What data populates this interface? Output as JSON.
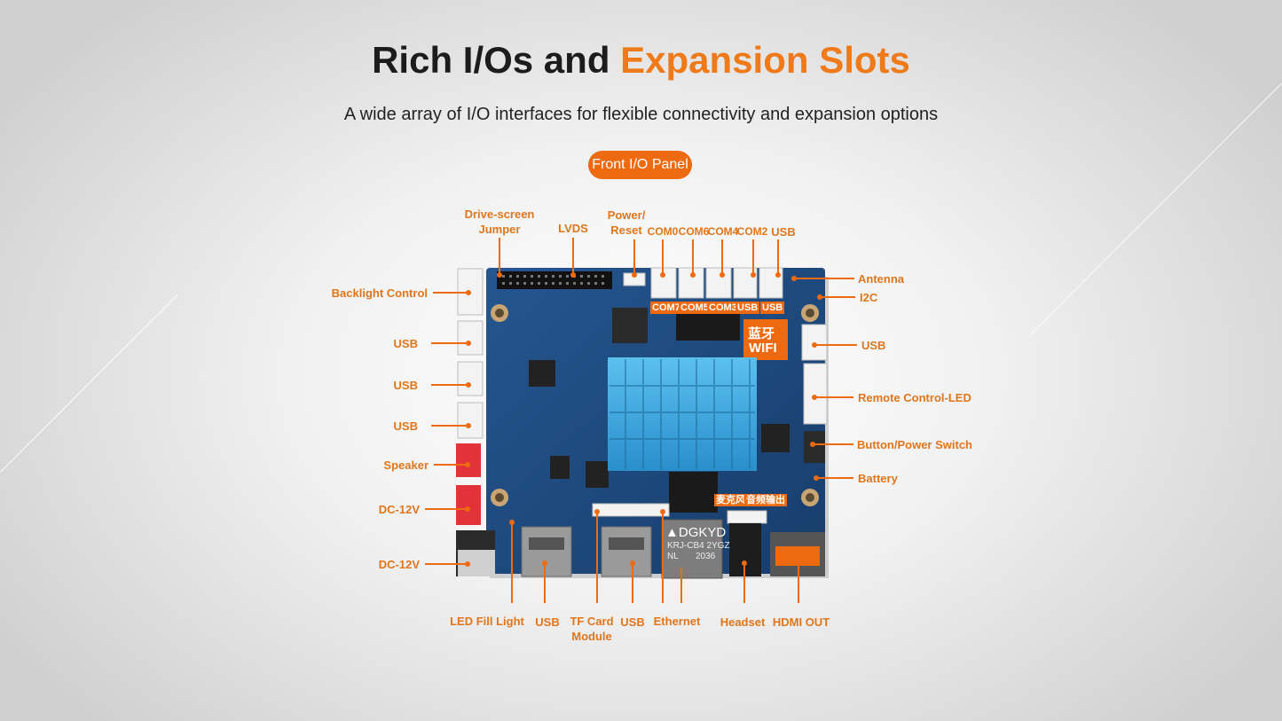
{
  "heading": {
    "part1": "Rich I/Os and",
    "part2": "Expansion Slots"
  },
  "subtitle": "A wide array of I/O interfaces for flexible connectivity and expansion options",
  "panel_button": "Front I/O Panel",
  "top_labels": {
    "drive_screen": [
      "Drive-screen",
      "Jumper"
    ],
    "lvds": "LVDS",
    "power_reset": [
      "Power/",
      "Reset"
    ],
    "com0": "COM0",
    "com6": "COM6",
    "com4": "COM4",
    "com2": "COM2",
    "usb": "USB"
  },
  "board_labels": {
    "com7": "COM7",
    "com5": "COM5",
    "com3": "COM3",
    "usb1": "USB",
    "usb2": "USB",
    "bt": "蓝牙",
    "wifi": "WIFI",
    "mic": "麦克风",
    "audio_out": "音频输出",
    "chip_brand": "DGKYD",
    "chip_model": "KRJ-CB4 2YGZ",
    "chip_nl": "NL",
    "chip_code": "2036"
  },
  "left_labels": {
    "backlight": "Backlight Control",
    "usb1": "USB",
    "usb2": "USB",
    "usb3": "USB",
    "speaker": "Speaker",
    "dc1": "DC-12V",
    "dc2": "DC-12V"
  },
  "right_labels": {
    "antenna": "Antenna",
    "i2c": "I2C",
    "usb": "USB",
    "remote": "Remote Control-LED",
    "button": "Button/Power Switch",
    "battery": "Battery"
  },
  "bottom_labels": {
    "led": "LED Fill Light",
    "usb1": "USB",
    "tf": [
      "TF Card",
      "Module"
    ],
    "usb2": "USB",
    "ethernet": "Ethernet",
    "headset": "Headset",
    "hdmi": "HDMI OUT"
  },
  "colors": {
    "accent": "#ee7a1a",
    "board": "#1e4f86",
    "heatsink": "#3aa7df"
  }
}
